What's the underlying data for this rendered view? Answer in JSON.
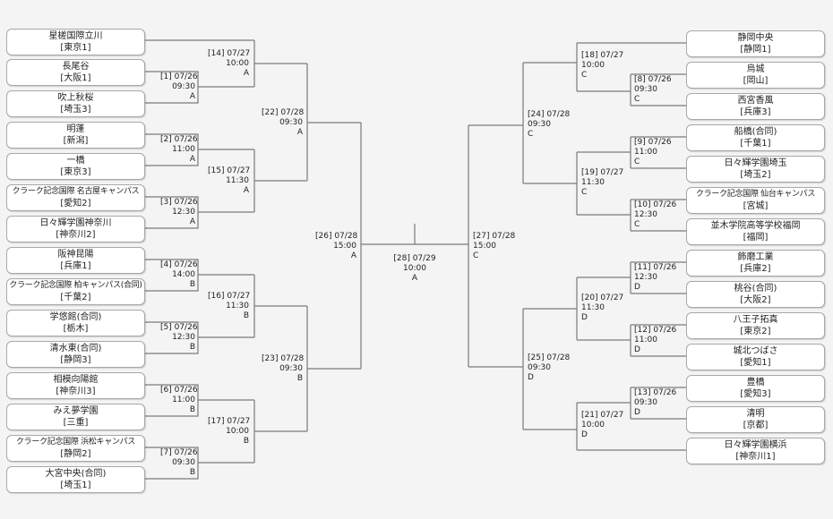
{
  "teams_left": [
    {
      "name": "星槎国際立川",
      "pref": "[東京1]"
    },
    {
      "name": "長尾谷",
      "pref": "[大阪1]"
    },
    {
      "name": "吹上秋桜",
      "pref": "[埼玉3]"
    },
    {
      "name": "明蓬",
      "pref": "[新潟]"
    },
    {
      "name": "一橋",
      "pref": "[東京3]"
    },
    {
      "name": "クラーク記念国際 名古屋キャンパス",
      "pref": "[愛知2]"
    },
    {
      "name": "日々輝学園神奈川",
      "pref": "[神奈川2]"
    },
    {
      "name": "阪神昆陽",
      "pref": "[兵庫1]"
    },
    {
      "name": "クラーク記念国際 柏キャンパス(合同)",
      "pref": "[千葉2]"
    },
    {
      "name": "学悠館(合同)",
      "pref": "[栃木]"
    },
    {
      "name": "清水東(合同)",
      "pref": "[静岡3]"
    },
    {
      "name": "相模向陽館",
      "pref": "[神奈川3]"
    },
    {
      "name": "みえ夢学園",
      "pref": "[三重]"
    },
    {
      "name": "クラーク記念国際 浜松キャンパス",
      "pref": "[静岡2]"
    },
    {
      "name": "大宮中央(合同)",
      "pref": "[埼玉1]"
    }
  ],
  "teams_right": [
    {
      "name": "静岡中央",
      "pref": "[静岡1]"
    },
    {
      "name": "烏城",
      "pref": "[岡山]"
    },
    {
      "name": "西宮香風",
      "pref": "[兵庫3]"
    },
    {
      "name": "船橋(合同)",
      "pref": "[千葉1]"
    },
    {
      "name": "日々輝学園埼玉",
      "pref": "[埼玉2]"
    },
    {
      "name": "クラーク記念国際 仙台キャンパス",
      "pref": "[宮城]"
    },
    {
      "name": "並木学院高等学校福岡",
      "pref": "[福岡]"
    },
    {
      "name": "飾磨工業",
      "pref": "[兵庫2]"
    },
    {
      "name": "桃谷(合同)",
      "pref": "[大阪2]"
    },
    {
      "name": "八王子拓真",
      "pref": "[東京2]"
    },
    {
      "name": "城北つばさ",
      "pref": "[愛知1]"
    },
    {
      "name": "豊橋",
      "pref": "[愛知3]"
    },
    {
      "name": "清明",
      "pref": "[京都]"
    },
    {
      "name": "日々輝学園横浜",
      "pref": "[神奈川1]"
    }
  ],
  "matches": [
    {
      "id": "[1] 07/26",
      "time": "09:30",
      "field": "A"
    },
    {
      "id": "[2] 07/26",
      "time": "11:00",
      "field": "A"
    },
    {
      "id": "[3] 07/26",
      "time": "12:30",
      "field": "A"
    },
    {
      "id": "[4] 07/26",
      "time": "14:00",
      "field": "B"
    },
    {
      "id": "[5] 07/26",
      "time": "12:30",
      "field": "B"
    },
    {
      "id": "[6] 07/26",
      "time": "11:00",
      "field": "B"
    },
    {
      "id": "[7] 07/26",
      "time": "09:30",
      "field": "B"
    },
    {
      "id": "[14] 07/27",
      "time": "10:00",
      "field": "A"
    },
    {
      "id": "[15] 07/27",
      "time": "11:30",
      "field": "A"
    },
    {
      "id": "[16] 07/27",
      "time": "11:30",
      "field": "B"
    },
    {
      "id": "[17] 07/27",
      "time": "10:00",
      "field": "B"
    },
    {
      "id": "[22] 07/28",
      "time": "09:30",
      "field": "A"
    },
    {
      "id": "[23] 07/28",
      "time": "09:30",
      "field": "B"
    },
    {
      "id": "[26] 07/28",
      "time": "15:00",
      "field": "A"
    },
    {
      "id": "[28] 07/29",
      "time": "10:00",
      "field": "A"
    },
    {
      "id": "[27] 07/28",
      "time": "15:00",
      "field": "C"
    },
    {
      "id": "[24] 07/28",
      "time": "09:30",
      "field": "C"
    },
    {
      "id": "[25] 07/28",
      "time": "09:30",
      "field": "D"
    },
    {
      "id": "[18] 07/27",
      "time": "10:00",
      "field": "C"
    },
    {
      "id": "[19] 07/27",
      "time": "11:30",
      "field": "C"
    },
    {
      "id": "[20] 07/27",
      "time": "11:30",
      "field": "D"
    },
    {
      "id": "[21] 07/27",
      "time": "10:00",
      "field": "D"
    },
    {
      "id": "[8] 07/26",
      "time": "09:30",
      "field": "C"
    },
    {
      "id": "[9] 07/26",
      "time": "11:00",
      "field": "C"
    },
    {
      "id": "[10] 07/26",
      "time": "12:30",
      "field": "C"
    },
    {
      "id": "[11] 07/26",
      "time": "12:30",
      "field": "D"
    },
    {
      "id": "[12] 07/26",
      "time": "11:00",
      "field": "D"
    },
    {
      "id": "[13] 07/26",
      "time": "09:30",
      "field": "D"
    }
  ],
  "colors": {
    "line": "#7a7a7a",
    "box_border": "#a8a8a8",
    "background": "#f4f4f4"
  }
}
